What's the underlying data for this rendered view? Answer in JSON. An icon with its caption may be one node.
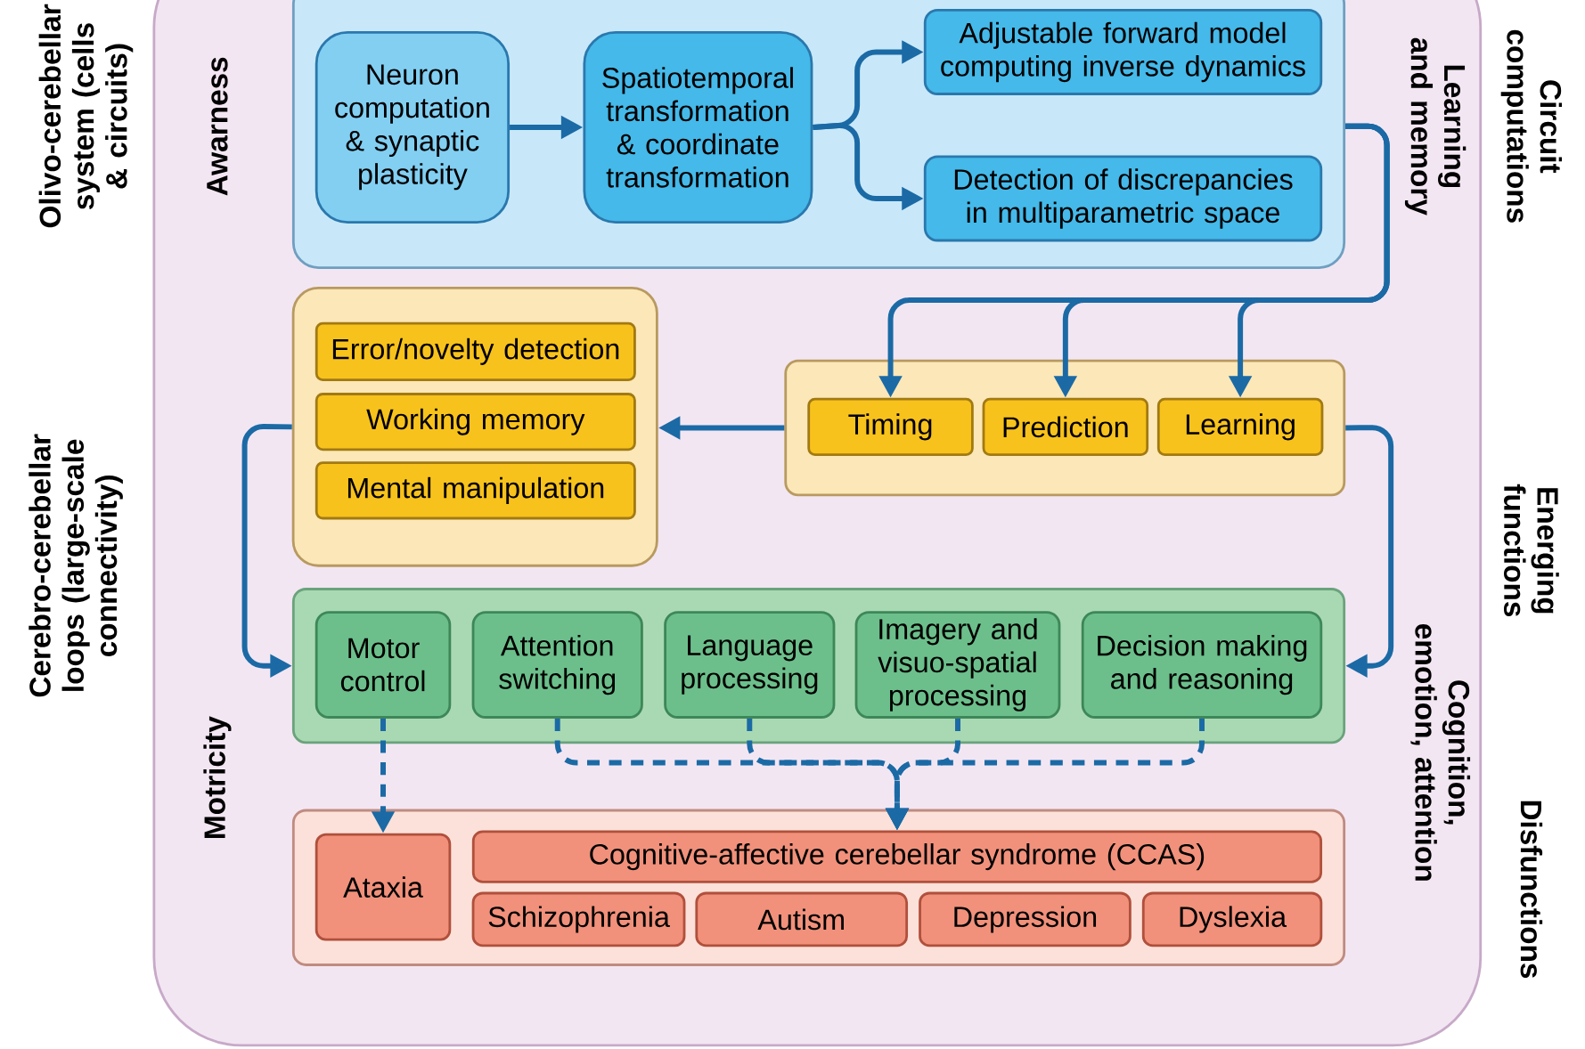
{
  "diagram": {
    "nodes": [
      {
        "text": [],
        "shape": "box"
      },
      {
        "text": [],
        "shape": "box",
        "in": 0
      },
      {
        "text": [
          "Neuron computation & synaptic plasticity"
        ],
        "in": 1
      },
      {
        "text": [
          "Spatiotemporal transformation & coordinate transformation"
        ],
        "in": 1
      },
      {
        "text": [
          "Adjustable forward model computing inverse dynamics"
        ],
        "in": 1
      },
      {
        "text": [
          "Detection of discrepancies in multiparametric space"
        ],
        "in": 1
      },
      {
        "text": [],
        "shape": "box",
        "in": 0
      },
      {
        "text": [
          "Error/novelty detection"
        ],
        "in": 6
      },
      {
        "text": [
          "Working memory"
        ],
        "in": 6
      },
      {
        "text": [
          "Mental manipulation"
        ],
        "in": 6
      },
      {
        "text": [],
        "shape": "box",
        "in": 0
      },
      {
        "text": [
          "Timing"
        ],
        "in": 10
      },
      {
        "text": [
          "Prediction"
        ],
        "in": 10
      },
      {
        "text": [
          "Learning"
        ],
        "in": 10
      },
      {
        "text": [],
        "shape": "box",
        "in": 0
      },
      {
        "text": [
          "Motor control"
        ],
        "in": 14
      },
      {
        "text": [
          "Attention switching"
        ],
        "in": 14
      },
      {
        "text": [
          "Language processing"
        ],
        "in": 14
      },
      {
        "text": [
          "Imagery and visuo-spatial processing"
        ],
        "in": 14
      },
      {
        "text": [
          "Decision making and reasoning"
        ],
        "in": 14
      },
      {
        "text": [],
        "shape": "box",
        "in": 0
      },
      {
        "text": [
          "Ataxia"
        ],
        "in": 20
      },
      {
        "text": [
          "Cognitive-affective cerebellar syndrome (CCAS)"
        ],
        "in": 20
      },
      {
        "text": [
          "Schizophrenia"
        ],
        "in": 20
      },
      {
        "text": [
          "Autism"
        ],
        "in": 20
      },
      {
        "text": [
          "Depression"
        ],
        "in": 20
      },
      {
        "text": [
          "Dyslexia"
        ],
        "in": 20
      }
    ],
    "edges": [
      {
        "from": 2,
        "to": 3,
        "arrow": "to"
      },
      {
        "from": 3,
        "to": 4,
        "arrow": "to"
      },
      {
        "from": 3,
        "to": 5,
        "arrow": "to"
      },
      {
        "from": 1,
        "to": 11,
        "arrow": "to"
      },
      {
        "from": 1,
        "to": 12,
        "arrow": "to"
      },
      {
        "from": 1,
        "to": 13,
        "arrow": "to"
      },
      {
        "from": 10,
        "to": 6,
        "arrow": "to"
      },
      {
        "from": 6,
        "to": 14,
        "arrow": "to"
      },
      {
        "from": 10,
        "to": 14,
        "arrow": "to"
      },
      {
        "from": 15,
        "to": 21,
        "arrow": "to",
        "style": "dashed"
      },
      {
        "from": 16,
        "to": 22,
        "arrow": "to",
        "style": "dashed"
      },
      {
        "from": 17,
        "to": 22,
        "arrow": "to",
        "style": "dashed"
      },
      {
        "from": 18,
        "to": 22,
        "arrow": "to",
        "style": "dashed"
      },
      {
        "from": 19,
        "to": 22,
        "arrow": "to",
        "style": "dashed"
      }
    ],
    "labels": [
      "Olivo-cerebellar system (cells & circuits)",
      "Awarness",
      "Learning and memory",
      "Circuit computations",
      "Cerebro-cerebellar loops (large-scale connectivity)",
      "Energing functions",
      "Motricity",
      "Cognition, emotion, attention",
      "Disfunctions"
    ]
  }
}
